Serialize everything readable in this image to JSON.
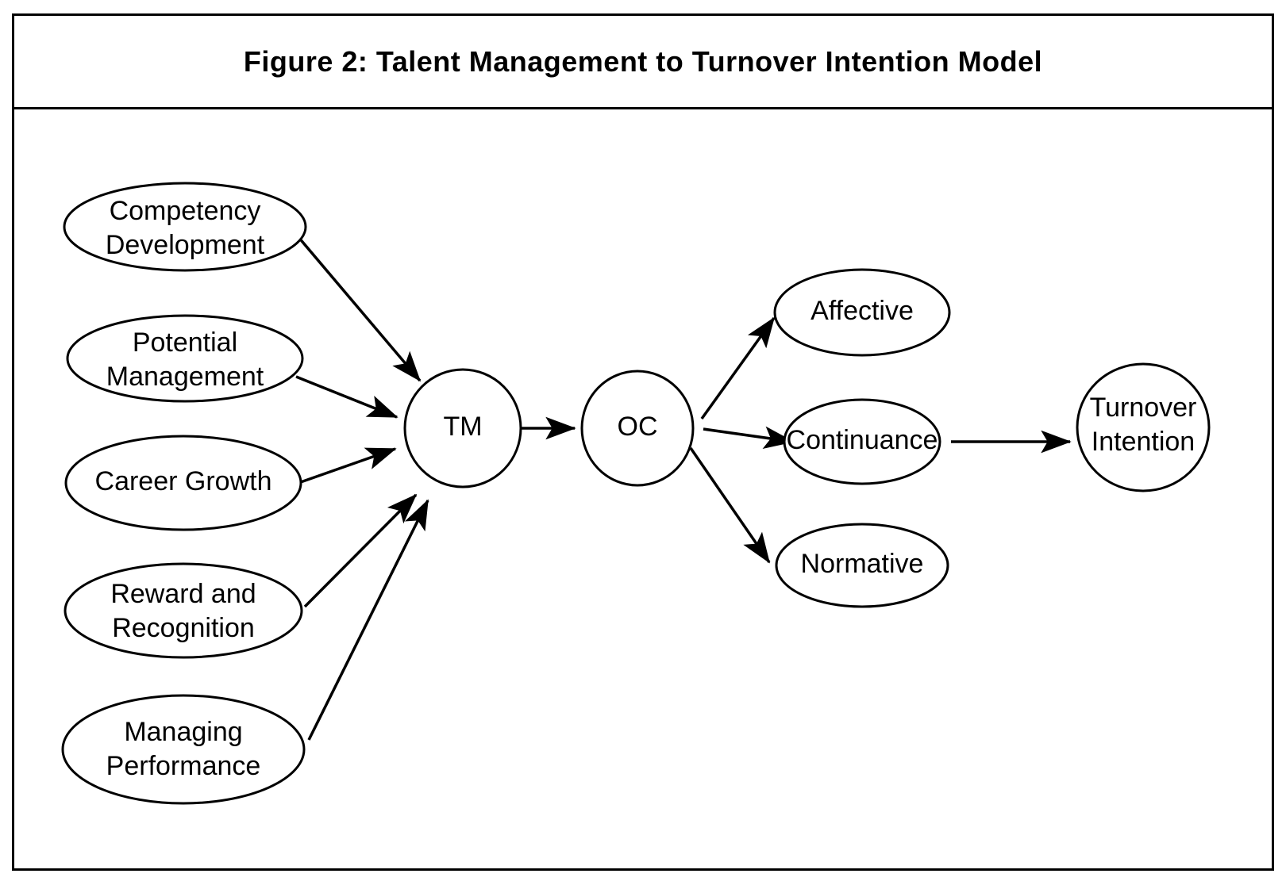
{
  "figure": {
    "title": "Figure 2: Talent Management to Turnover Intention Model",
    "border_color": "#000000",
    "background_color": "#ffffff"
  },
  "diagram": {
    "type": "path-model",
    "nodes": [
      {
        "id": "competency_development",
        "shape": "ellipse",
        "label_line1": "Competency",
        "label_line2": "Development"
      },
      {
        "id": "potential_management",
        "shape": "ellipse",
        "label_line1": "Potential",
        "label_line2": "Management"
      },
      {
        "id": "career_growth",
        "shape": "ellipse",
        "label_line1": "Career  Growth",
        "label_line2": ""
      },
      {
        "id": "reward_and_recognition",
        "shape": "ellipse",
        "label_line1": "Reward  and",
        "label_line2": "Recognition"
      },
      {
        "id": "managing_performance",
        "shape": "ellipse",
        "label_line1": "Managing",
        "label_line2": "Performance"
      },
      {
        "id": "tm",
        "shape": "circle",
        "label_line1": "TM",
        "label_line2": ""
      },
      {
        "id": "oc",
        "shape": "circle",
        "label_line1": "OC",
        "label_line2": ""
      },
      {
        "id": "affective",
        "shape": "ellipse",
        "label_line1": "Affective",
        "label_line2": ""
      },
      {
        "id": "continuance",
        "shape": "ellipse",
        "label_line1": "Continuance",
        "label_line2": ""
      },
      {
        "id": "normative",
        "shape": "ellipse",
        "label_line1": "Normative",
        "label_line2": ""
      },
      {
        "id": "turnover_intention",
        "shape": "circle",
        "label_line1": "Turnover",
        "label_line2": "Intention"
      }
    ],
    "edges": [
      {
        "from": "competency_development",
        "to": "tm"
      },
      {
        "from": "potential_management",
        "to": "tm"
      },
      {
        "from": "career_growth",
        "to": "tm"
      },
      {
        "from": "reward_and_recognition",
        "to": "tm"
      },
      {
        "from": "managing_performance",
        "to": "tm"
      },
      {
        "from": "tm",
        "to": "oc"
      },
      {
        "from": "oc",
        "to": "affective"
      },
      {
        "from": "oc",
        "to": "continuance"
      },
      {
        "from": "oc",
        "to": "normative"
      },
      {
        "from": "continuance",
        "to": "turnover_intention"
      }
    ]
  }
}
